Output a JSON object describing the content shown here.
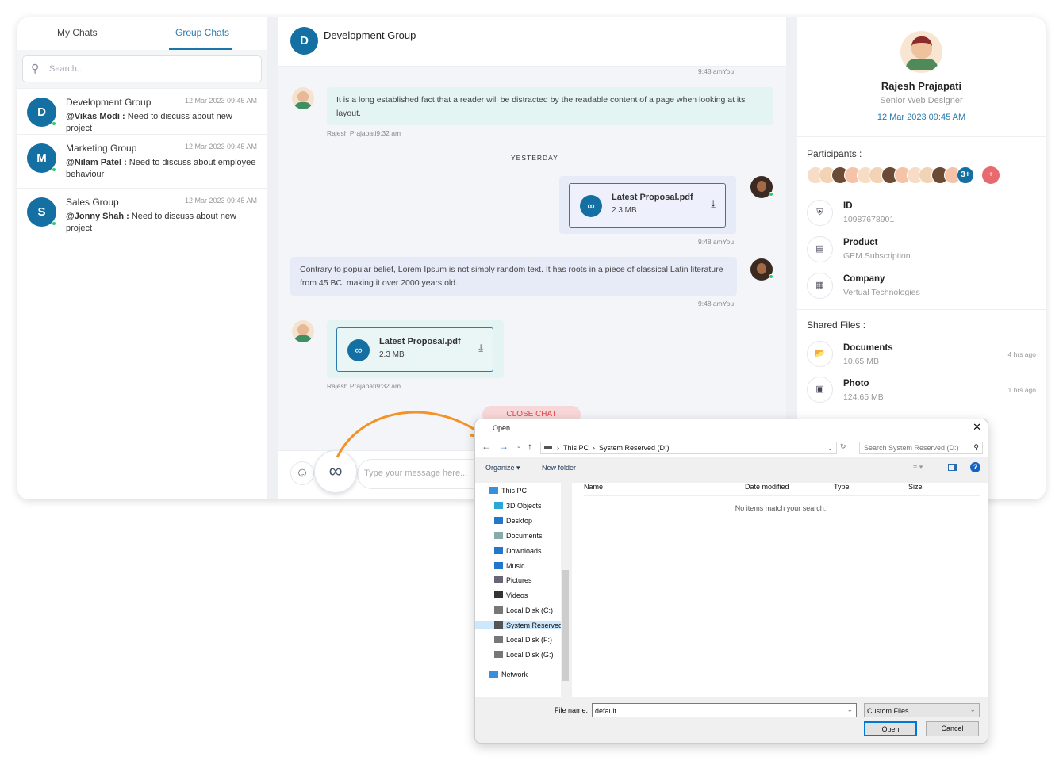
{
  "sidebar": {
    "tabs": [
      {
        "label": "My Chats"
      },
      {
        "label": "Group Chats"
      }
    ],
    "search_placeholder": "Search...",
    "chats": [
      {
        "initial": "D",
        "name": "Development Group",
        "time": "12 Mar 2023 09:45 AM",
        "sender": "@Vikas Modi :",
        "message": " Need to discuss about new project"
      },
      {
        "initial": "M",
        "name": "Marketing Group",
        "time": "12 Mar 2023 09:45 AM",
        "sender": "@Nilam Patel :",
        "message": " Need to discuss about employee behaviour"
      },
      {
        "initial": "S",
        "name": "Sales Group",
        "time": "12 Mar 2023 09:45 AM",
        "sender": "@Jonny Shah :",
        "message": " Need to discuss about new project"
      }
    ]
  },
  "chat": {
    "initial": "D",
    "title": "Development Group",
    "messages": [
      {
        "meta": "9:48 amYou"
      },
      {
        "text": "It is a long established fact that a reader will be distracted by the readable content of a page when looking at its layout.",
        "meta": "Rajesh Prajapati9:32 am"
      },
      {
        "divider": "YESTERDAY"
      },
      {
        "file": "Latest Proposal.pdf",
        "size": "2.3 MB",
        "meta": "9:48 amYou"
      },
      {
        "text": "Contrary to popular belief, Lorem Ipsum is not simply random text. It has roots in a piece of classical Latin literature from 45 BC, making it over 2000 years old.",
        "meta": "9:48 amYou"
      },
      {
        "file": "Latest Proposal.pdf",
        "size": "2.3 MB",
        "meta": "Rajesh Prajapati9:32 am"
      }
    ],
    "close_label": "CLOSE CHAT",
    "input_placeholder": "Type your message here..."
  },
  "profile": {
    "name": "Rajesh Prajapati",
    "role": "Senior Web Designer",
    "date": "12 Mar 2023 09:45 AM",
    "participants_label": "Participants :",
    "participants_more": "3+",
    "info": [
      {
        "label": "ID",
        "value": "10987678901",
        "icon": "shield-icon"
      },
      {
        "label": "Product",
        "value": "GEM Subscription",
        "icon": "box-icon"
      },
      {
        "label": "Company",
        "value": "Vertual Technologies",
        "icon": "building-icon"
      }
    ],
    "shared_label": "Shared Files :",
    "files": [
      {
        "label": "Documents",
        "value": "10.65 MB",
        "ago": "4 hrs ago",
        "icon": "folder-icon"
      },
      {
        "label": "Photo",
        "value": "124.65 MB",
        "ago": "1 hrs ago",
        "icon": "image-icon"
      }
    ]
  },
  "dialog": {
    "title": "Open",
    "path": [
      "This PC",
      "System Reserved (D:)"
    ],
    "search_placeholder": "Search System Reserved (D:)",
    "organize": "Organize ▾",
    "new_folder": "New folder",
    "columns": [
      "Name",
      "Date modified",
      "Type",
      "Size"
    ],
    "empty": "No items match your search.",
    "tree": [
      "This PC",
      "3D Objects",
      "Desktop",
      "Documents",
      "Downloads",
      "Music",
      "Pictures",
      "Videos",
      "Local Disk (C:)",
      "System Reserved (D:)",
      "Local Disk (F:)",
      "Local Disk (G:)",
      "Network"
    ],
    "filename_label": "File name:",
    "filename": "default",
    "filetype": "Custom Files",
    "open": "Open",
    "cancel": "Cancel"
  },
  "colors": {
    "primary": "#1470a3",
    "accent_arrow": "#f39325",
    "online": "#2ecc71",
    "close": "#e0474c"
  }
}
